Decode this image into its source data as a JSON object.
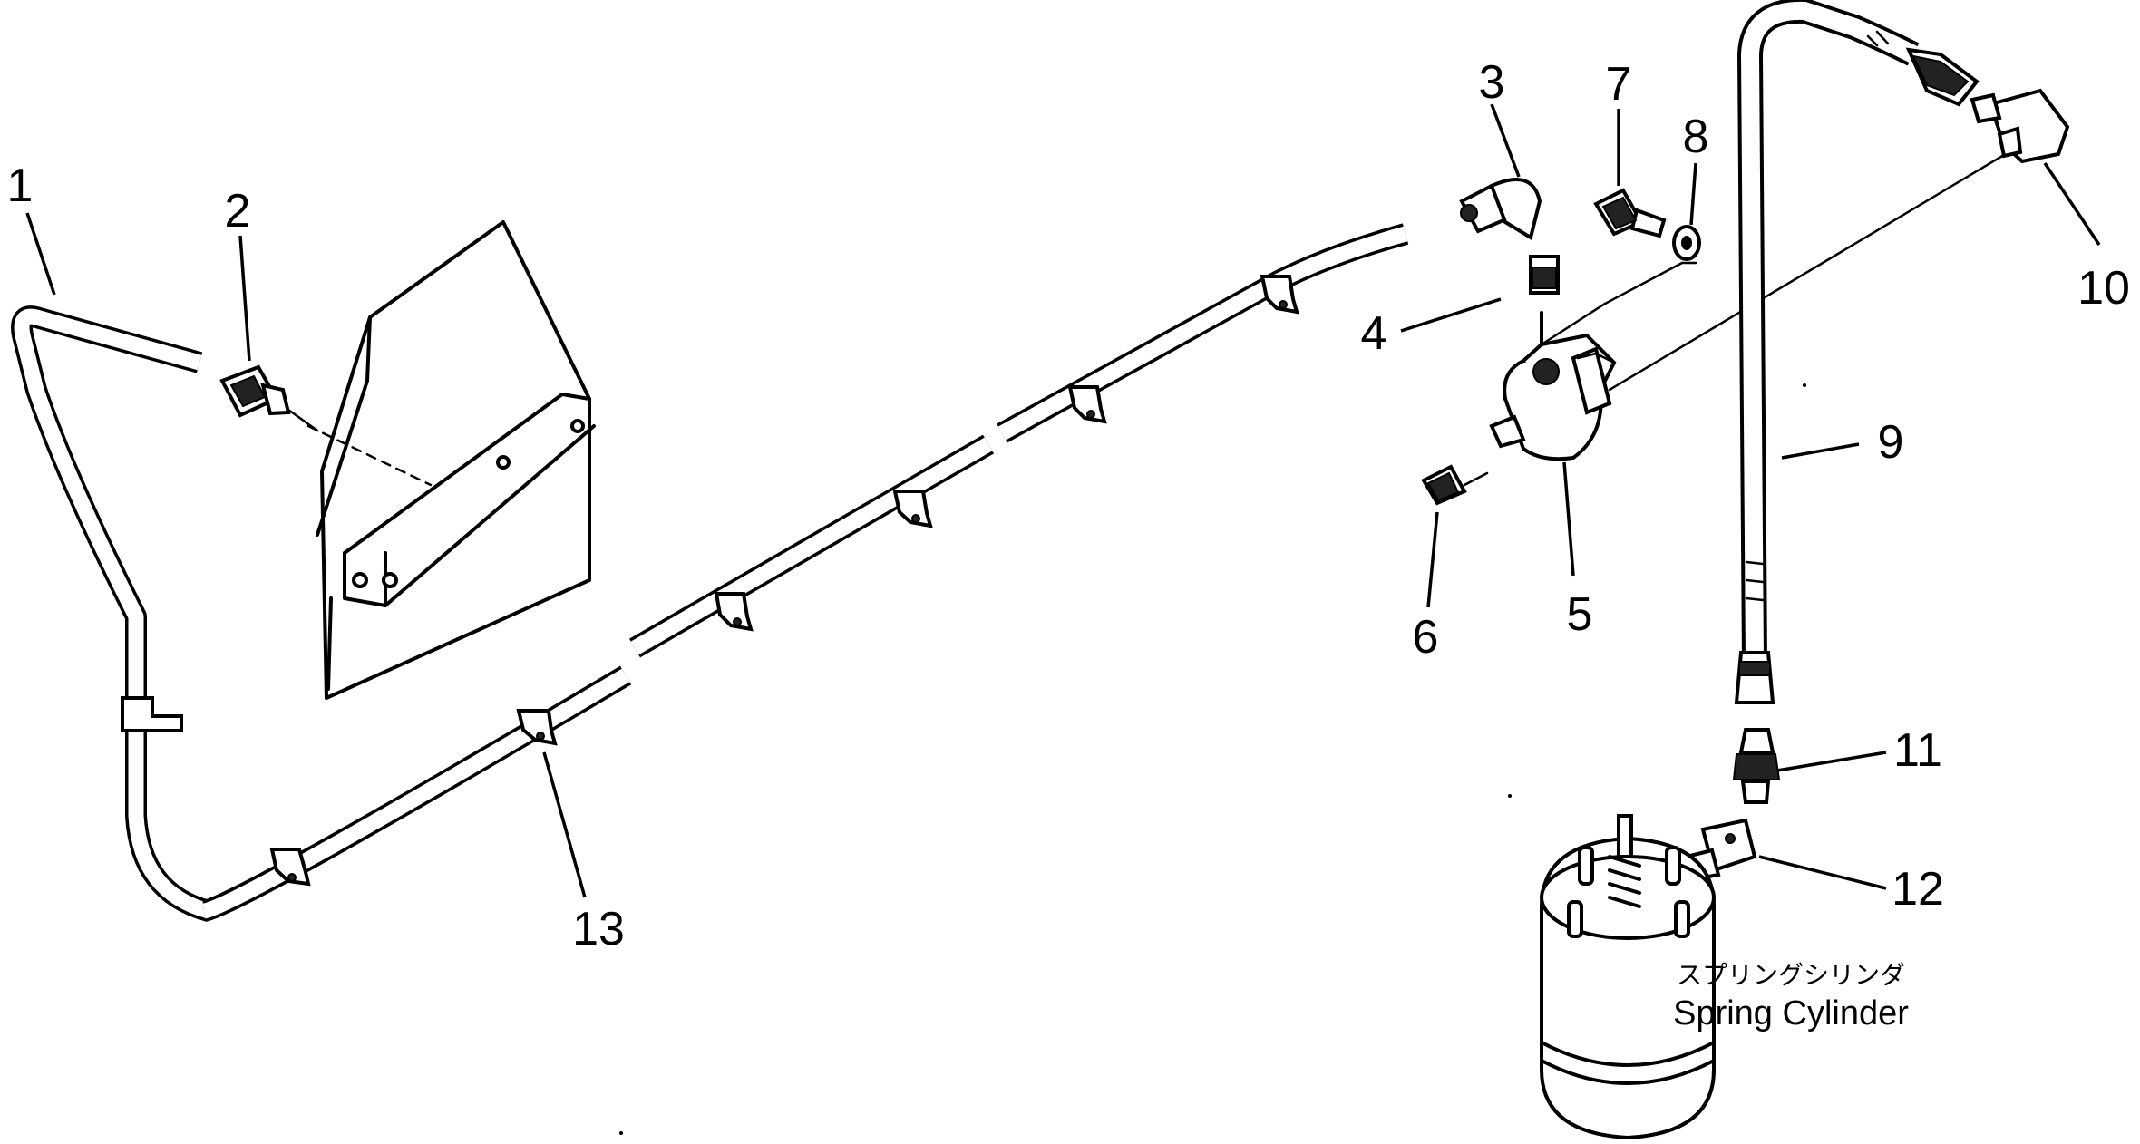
{
  "callouts": [
    {
      "id": "1",
      "label": "1"
    },
    {
      "id": "2",
      "label": "2"
    },
    {
      "id": "3",
      "label": "3"
    },
    {
      "id": "4",
      "label": "4"
    },
    {
      "id": "5",
      "label": "5"
    },
    {
      "id": "6",
      "label": "6"
    },
    {
      "id": "7",
      "label": "7"
    },
    {
      "id": "8",
      "label": "8"
    },
    {
      "id": "9",
      "label": "9"
    },
    {
      "id": "10",
      "label": "10"
    },
    {
      "id": "11",
      "label": "11"
    },
    {
      "id": "12",
      "label": "12"
    },
    {
      "id": "13",
      "label": "13"
    }
  ],
  "caption": {
    "japanese": "スプリングシリンダ",
    "english": "Spring Cylinder"
  }
}
